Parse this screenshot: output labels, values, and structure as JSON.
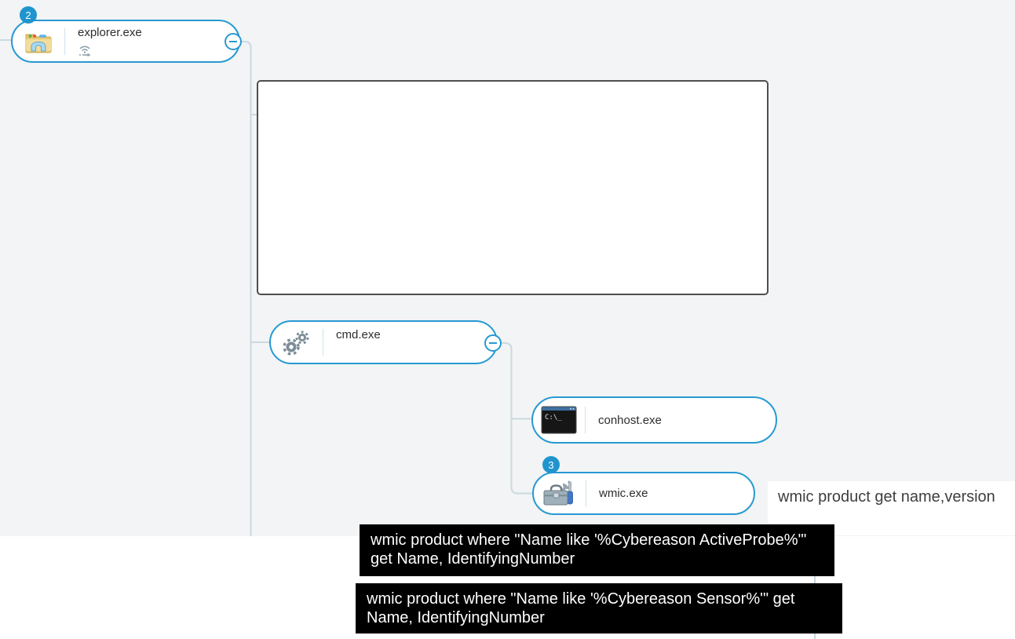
{
  "app": {
    "view": "process-tree"
  },
  "colors": {
    "accent_blue": "#2799d2",
    "badge_blue": "#2095cd",
    "connector_gray": "#cbd9e0",
    "canvas_gray": "#f2f4f5",
    "detail_box_border": "#4e4e4e",
    "annotation_dark_bg": "#000000",
    "annotation_dark_text": "#ffffff",
    "annotation_light_text": "#3e3e3e"
  },
  "tree": {
    "nodes": [
      {
        "name": "explorer.exe",
        "badge": "2",
        "icon": "windows-explorer-folder",
        "has_collapse_button": true,
        "has_network_activity_icon": true
      },
      {
        "name": "cmd.exe",
        "icon": "gears",
        "has_collapse_button": true
      },
      {
        "name": "conhost.exe",
        "icon": "console-window",
        "icon_text": "C:\\_"
      },
      {
        "name": "wmic.exe",
        "badge": "3",
        "icon": "toolbox"
      }
    ]
  },
  "annotations": {
    "wmic_command": {
      "text": "wmic product get name,version"
    },
    "dark_command_1": {
      "lines": [
        "wmic product where \"Name like '%Cybereason ActiveProbe%'\"",
        "get Name, IdentifyingNumber"
      ]
    },
    "dark_command_2": {
      "lines": [
        "wmic product where \"Name like '%Cybereason Sensor%'\" get",
        "Name, IdentifyingNumber"
      ]
    }
  }
}
